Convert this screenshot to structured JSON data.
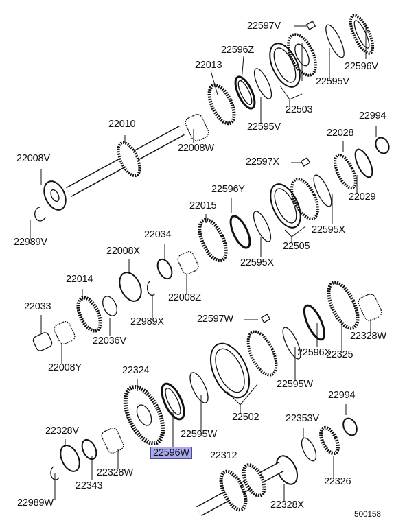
{
  "diagram": {
    "labels": [
      "22597V",
      "22596Z",
      "22013",
      "22596V",
      "22595V",
      "22503",
      "22010",
      "22595V",
      "22994",
      "22028",
      "22008W",
      "22008V",
      "22597X",
      "22596Y",
      "22029",
      "22015",
      "22595X",
      "22989V",
      "22034",
      "22505",
      "22008X",
      "22595X",
      "22014",
      "22008Z",
      "22033",
      "22989X",
      "22597W",
      "22036V",
      "22328W",
      "22596X",
      "22325",
      "22008Y",
      "22324",
      "22595W",
      "22994",
      "22328V",
      "22353V",
      "22595W",
      "22502",
      "22596W",
      "22312",
      "22343",
      "22328W",
      "22326",
      "22989W",
      "22328X"
    ],
    "highlighted_label": "22596W",
    "highlight_color": "#a9a9ee",
    "diagram_code": "500158"
  }
}
